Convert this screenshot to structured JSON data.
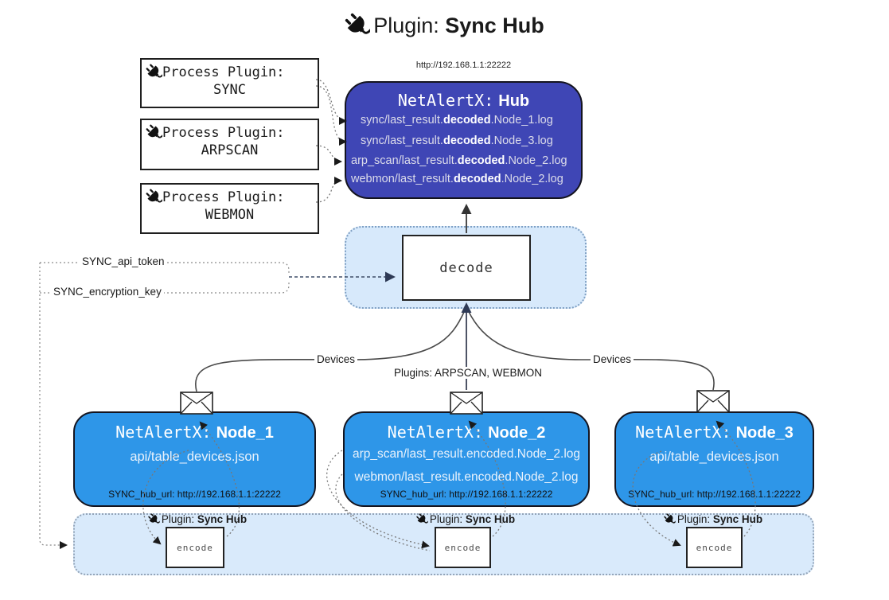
{
  "title": {
    "label": "Plugin:",
    "name": "Sync Hub"
  },
  "process_plugins": [
    {
      "label": "Process Plugin:",
      "name": "SYNC"
    },
    {
      "label": "Process Plugin:",
      "name": "ARPSCAN"
    },
    {
      "label": "Process Plugin:",
      "name": "WEBMON"
    }
  ],
  "hub": {
    "url": "http://192.168.1.1:22222",
    "title_label": "NetAlertX:",
    "title_name": "Hub",
    "logs": [
      {
        "pre": "sync/last_result.",
        "bold": "decoded",
        "post": ".Node_1.log"
      },
      {
        "pre": "sync/last_result.",
        "bold": "decoded",
        "post": ".Node_3.log"
      },
      {
        "pre": "arp_scan/last_result.",
        "bold": "decoded",
        "post": ".Node_2.log"
      },
      {
        "pre": "webmon/last_result.",
        "bold": "decoded",
        "post": ".Node_2.log"
      }
    ]
  },
  "decode_label": "decode",
  "settings": {
    "api_token": "SYNC_api_token",
    "encryption_key": "SYNC_encryption_key"
  },
  "edge_labels": {
    "devices_left": "Devices",
    "devices_right": "Devices",
    "plugins": "Plugins: ARPSCAN, WEBMON"
  },
  "nodes": [
    {
      "title_label": "NetAlertX:",
      "title_name": "Node_1",
      "files": [
        "api/table_devices.json"
      ],
      "hub_url": "SYNC_hub_url: http://192.168.1.1:22222"
    },
    {
      "title_label": "NetAlertX:",
      "title_name": "Node_2",
      "files": [
        "arp_scan/last_result.encoded.Node_2.log",
        "webmon/last_result.encoded.Node_2.log"
      ],
      "hub_url": "SYNC_hub_url: http://192.168.1.1:22222"
    },
    {
      "title_label": "NetAlertX:",
      "title_name": "Node_3",
      "files": [
        "api/table_devices.json"
      ],
      "hub_url": "SYNC_hub_url: http://192.168.1.1:22222"
    }
  ],
  "encoder_strip": {
    "plugin_label": "Plugin:",
    "plugin_name": "Sync Hub",
    "encode_label": "encode"
  },
  "colors": {
    "hub_fill": "#3F46B5",
    "node_fill": "#2E96E8",
    "panel_fill": "#D7E9FB",
    "line": "#4a4a4a"
  }
}
